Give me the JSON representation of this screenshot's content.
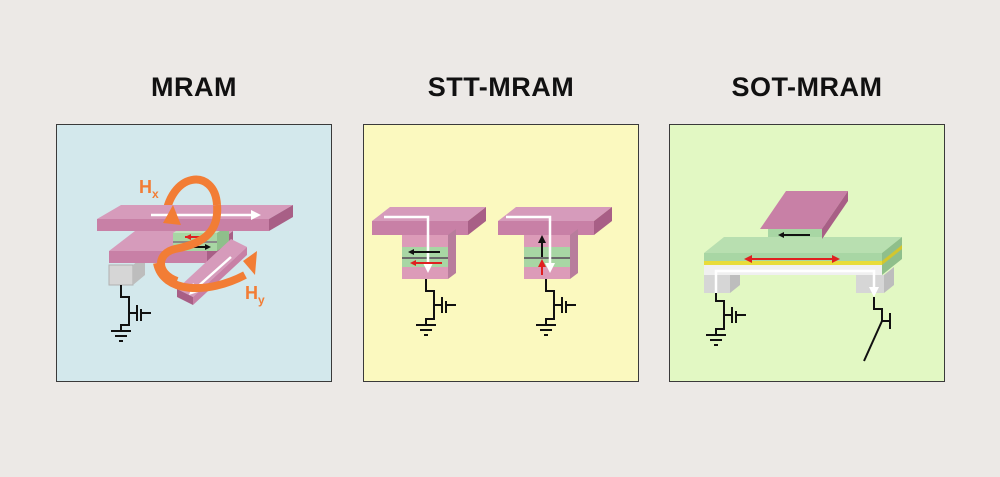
{
  "colors": {
    "page_bg": "#ece9e6",
    "mram_bg": "#d3e8ec",
    "stt_bg": "#fbf9bf",
    "sot_bg": "#e2f8c3",
    "line": "#c880a6",
    "line_top": "#d69bbb",
    "line_side": "#a85f86",
    "mtj_green": "#a8d6a4",
    "mtj_pink": "#dc9bb8",
    "field_arrow": "#f27d35",
    "current_arrow": "#ffffff",
    "hm_yellow": "#e8dc3a",
    "contact_grey": "#d6d6d6"
  },
  "panels": [
    {
      "title": "MRAM",
      "labels": {
        "hx_main": "H",
        "hx_sub": "x",
        "hy_main": "H",
        "hy_sub": "y"
      }
    },
    {
      "title": "STT-MRAM"
    },
    {
      "title": "SOT-MRAM"
    }
  ]
}
